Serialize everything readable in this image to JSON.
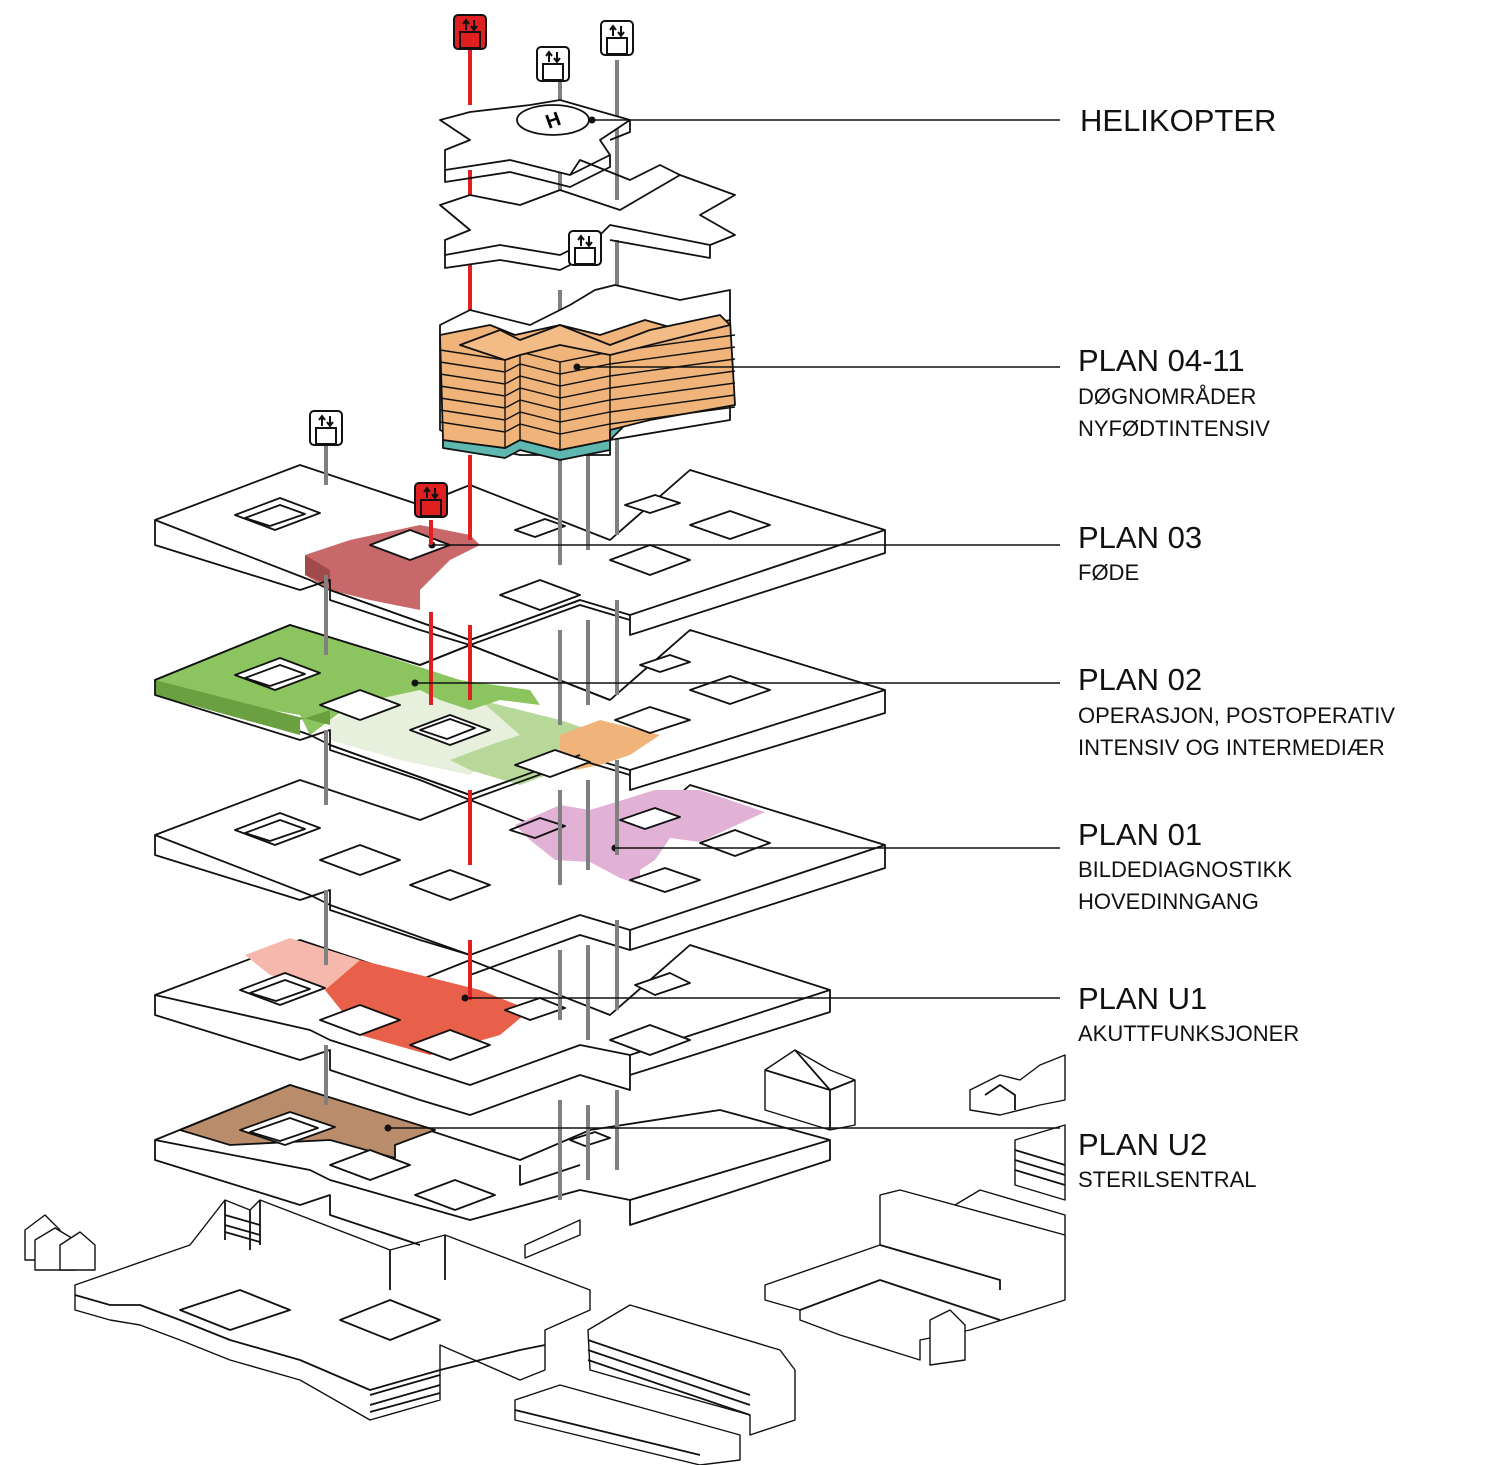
{
  "labels": {
    "helikopter": {
      "title": "HELIKOPTER"
    },
    "plan_04_11": {
      "title": "PLAN 04-11",
      "line1": "DØGNOMRÅDER",
      "line2": "NYFØDTINTENSIV"
    },
    "plan_03": {
      "title": "PLAN 03",
      "line1": "FØDE"
    },
    "plan_02": {
      "title": "PLAN 02",
      "line1": "OPERASJON, POSTOPERATIV",
      "line2": "INTENSIV OG INTERMEDIÆR"
    },
    "plan_01": {
      "title": "PLAN 01",
      "line1": "BILDEDIAGNOSTIKK",
      "line2": "HOVEDINNGANG"
    },
    "plan_u1": {
      "title": "PLAN U1",
      "line1": "AKUTTFUNKSJONER"
    },
    "plan_u2": {
      "title": "PLAN U2",
      "line1": "STERILSENTRAL"
    }
  },
  "helipad_symbol": "H",
  "icons": [
    "elevator-icon",
    "helipad-icon"
  ],
  "colors": {
    "emergency_elevator": "#e02020",
    "standard_elevator": "#808080",
    "wards": "#f0b47a",
    "neonatal": "#5fb8b0",
    "delivery": "#c8686a",
    "operation": "#8cc460",
    "postoperative": "#b8d89a",
    "intermediate": "#e6f0dc",
    "imaging": "#e2b2d6",
    "emergency": "#e8604a",
    "emergency_light": "#f6b8ac",
    "sterile": "#b98c6c"
  }
}
